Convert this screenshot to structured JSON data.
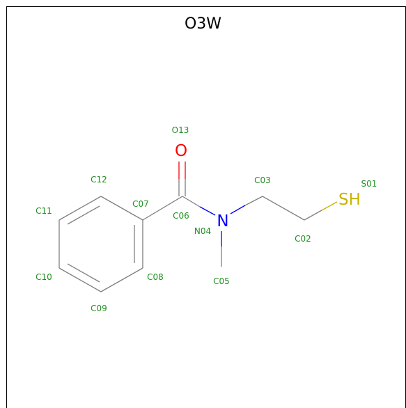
{
  "title": "O3W",
  "colors": {
    "bond": "#7f7f7f",
    "label": "#1f8f1f",
    "oxygen": "#ff0000",
    "nitrogen": "#0000ff",
    "sulfur": "#c8b400"
  },
  "heteroatoms": {
    "oxygen": "O",
    "nitrogen": "N",
    "sulfur": "SH"
  },
  "atom_labels": {
    "O13": "O13",
    "C12": "C12",
    "C11": "C11",
    "C07": "C07",
    "C06": "C06",
    "N04": "N04",
    "C03": "C03",
    "S01": "S01",
    "C02": "C02",
    "C10": "C10",
    "C08": "C08",
    "C05": "C05",
    "C09": "C09"
  }
}
